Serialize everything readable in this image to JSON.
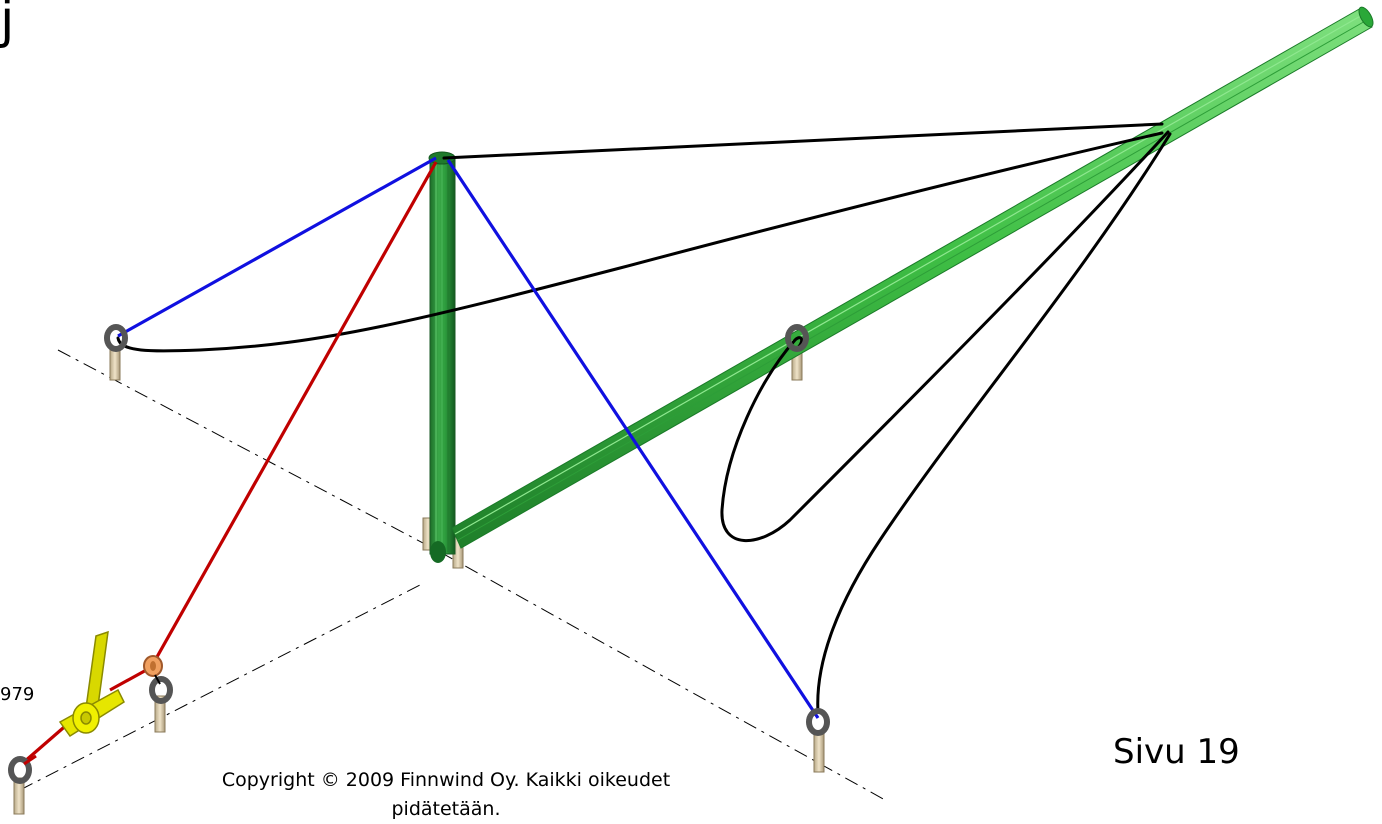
{
  "page": {
    "page_label": "Sivu 19",
    "copyright": "Copyright © 2009 Finnwind Oy. Kaikki oikeudet pidätetään.",
    "side_number": "979",
    "corner_mark": "j"
  },
  "colors": {
    "mast_green": "#2e9e3e",
    "boom_green": "#3fbf45",
    "guy_blue": "#1010e0",
    "guy_red": "#c00000",
    "rope_black": "#000000",
    "winch_yellow": "#e6e600",
    "ring_gray": "#777777",
    "stake_beige": "#d8c9a8",
    "pulley_orange": "#f0a060"
  },
  "icons": [
    "anchor-ring-icon",
    "ground-stake-icon",
    "winch-icon",
    "pulley-icon"
  ]
}
